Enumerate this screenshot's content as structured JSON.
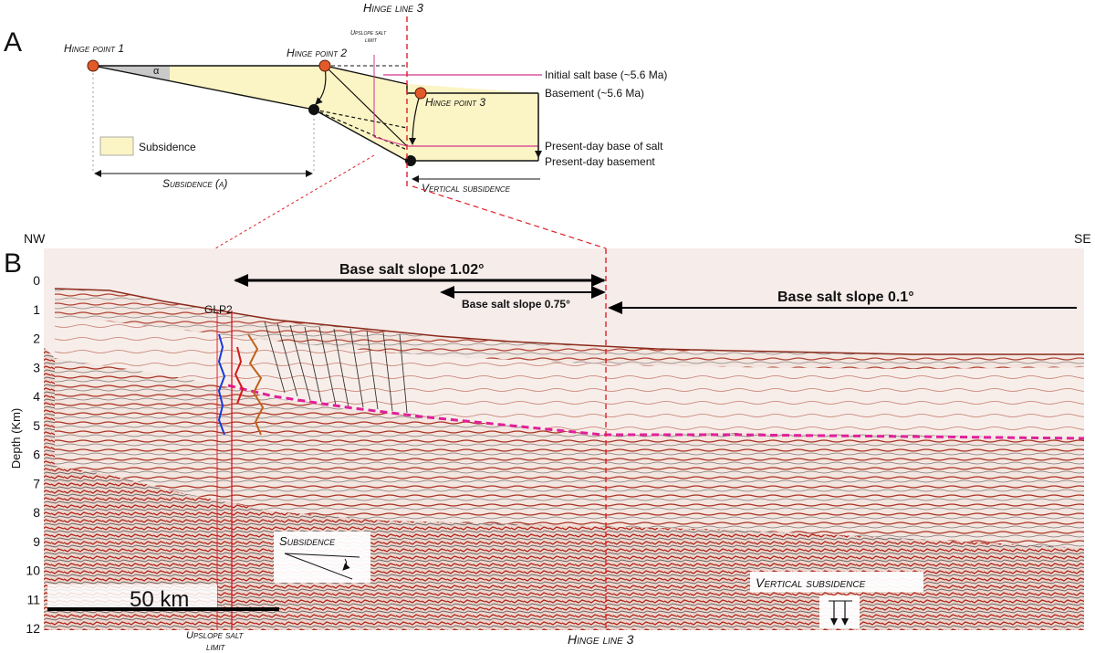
{
  "panel_a": {
    "letter": "A",
    "hinge_line_3": "Hinge line 3",
    "hinge_point_1": "Hinge point 1",
    "hinge_point_2": "Hinge point 2",
    "hinge_point_3": "Hinge point 3",
    "upslope_salt_limit_l1": "Upslope salt",
    "upslope_salt_limit_l2": "limit",
    "alpha": "α",
    "legend_subsidence": "Subsidence",
    "initial_salt_base": "Initial salt base (~5.6 Ma)",
    "basement_5_6": "Basement (~5.6 Ma)",
    "present_base_salt": "Present-day base of salt",
    "present_basement": "Present-day basement",
    "subsidence_alpha": "Subsidence (α)",
    "vertical_subsidence": "Vertical subsidence",
    "colors": {
      "subsidence_fill": "#fbf4c4",
      "hinge_point": "#e35a2a",
      "salt_line": "#d4358c"
    }
  },
  "panel_b": {
    "letter": "B",
    "nw": "NW",
    "se": "SE",
    "depth_axis_label": "Depth (Km)",
    "depth_ticks": [
      "0",
      "1",
      "2",
      "3",
      "4",
      "5",
      "6",
      "7",
      "8",
      "9",
      "10",
      "11",
      "12"
    ],
    "well_label": "GLP2",
    "slope_1": "Base salt slope 1.02°",
    "slope_2": "Base salt slope 0.75°",
    "slope_3": "Base salt slope 0.1°",
    "subsidence_box": "Subsidence",
    "vertical_subsidence_box": "Vertical subsidence",
    "scale_bar": "50 km",
    "upslope_salt_limit_l1": "Upslope salt",
    "upslope_salt_limit_l2": "limit",
    "hinge_line_3": "Hinge line 3",
    "colors": {
      "seismic_red": "#b23a2a",
      "base_salt": "#e0209a",
      "hinge_line": "#e0202a"
    }
  }
}
